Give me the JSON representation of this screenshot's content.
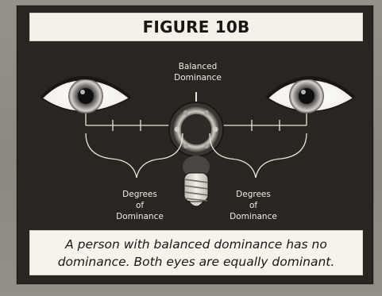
{
  "figure": {
    "title": "FIGURE 10B"
  },
  "diagram": {
    "center_label": [
      "Balanced",
      "Dominance"
    ],
    "left_label": [
      "Degrees",
      "of",
      "Dominance"
    ],
    "right_label": [
      "Degrees",
      "of",
      "Dominance"
    ]
  },
  "caption": {
    "line1": "A person with balanced dominance has no",
    "line2": "dominance. Both eyes are equally dominant."
  },
  "colors": {
    "panel": "#2b2522",
    "title_bg": "#f5f0e8",
    "caption_bg": "#f7f3ec",
    "line": "#e9e4da"
  }
}
